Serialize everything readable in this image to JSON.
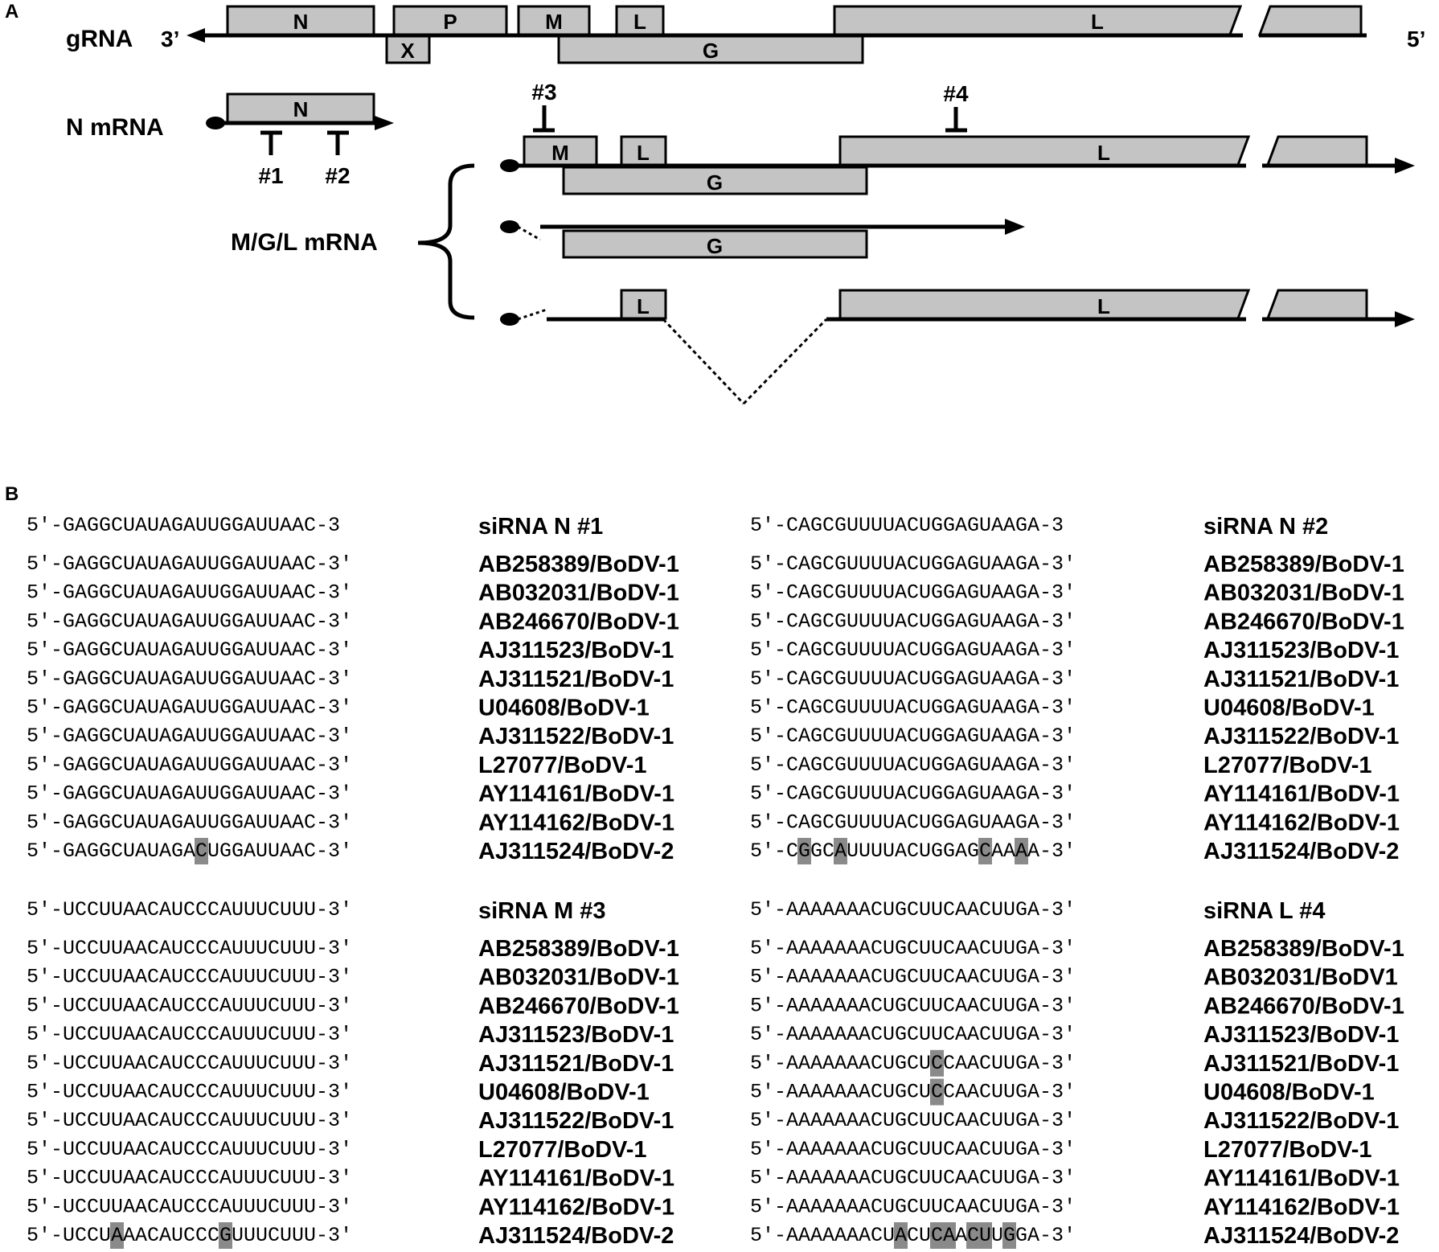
{
  "panel_a": {
    "panel_label": "A",
    "grna_label": "gRNA",
    "end_3": "3’",
    "end_5": "5’",
    "nmrna_label": "N mRNA",
    "mgl_label": "M/G/L mRNA",
    "boxes": {
      "N": "N",
      "P": "P",
      "M": "M",
      "L": "L",
      "X": "X",
      "G": "G"
    },
    "targets": [
      "#1",
      "#2",
      "#3",
      "#4"
    ]
  },
  "panel_b": {
    "panel_label": "B",
    "blocks": [
      {
        "title": "siRNA N #1",
        "target": "5′-GAGGCUAUAGAUUGGAUUAAC-3",
        "rows": [
          {
            "seq": "5′-GAGGCUAUAGAUUGGAUUAAC-3′",
            "acc": "AB258389/BoDV-1",
            "hl": []
          },
          {
            "seq": "5′-GAGGCUAUAGAUUGGAUUAAC-3′",
            "acc": "AB032031/BoDV-1",
            "hl": []
          },
          {
            "seq": "5′-GAGGCUAUAGAUUGGAUUAAC-3′",
            "acc": "AB246670/BoDV-1",
            "hl": []
          },
          {
            "seq": "5′-GAGGCUAUAGAUUGGAUUAAC-3′",
            "acc": "AJ311523/BoDV-1",
            "hl": []
          },
          {
            "seq": "5′-GAGGCUAUAGAUUGGAUUAAC-3′",
            "acc": "AJ311521/BoDV-1",
            "hl": []
          },
          {
            "seq": "5′-GAGGCUAUAGAUUGGAUUAAC-3′",
            "acc": "U04608/BoDV-1",
            "hl": []
          },
          {
            "seq": "5′-GAGGCUAUAGAUUGGAUUAAC-3′",
            "acc": "AJ311522/BoDV-1",
            "hl": []
          },
          {
            "seq": "5′-GAGGCUAUAGAUUGGAUUAAC-3′",
            "acc": "L27077/BoDV-1",
            "hl": []
          },
          {
            "seq": "5′-GAGGCUAUAGAUUGGAUUAAC-3′",
            "acc": "AY114161/BoDV-1",
            "hl": []
          },
          {
            "seq": "5′-GAGGCUAUAGAUUGGAUUAAC-3′",
            "acc": "AY114162/BoDV-1",
            "hl": []
          },
          {
            "seq": "5′-GAGGCUAUAGACUGGAUUAAC-3′",
            "acc": "AJ311524/BoDV-2",
            "hl": [
              14
            ]
          }
        ]
      },
      {
        "title": "siRNA N #2",
        "target": "5′-CAGCGUUUUACUGGAGUAAGA-3",
        "rows": [
          {
            "seq": "5′-CAGCGUUUUACUGGAGUAAGA-3′",
            "acc": "AB258389/BoDV-1",
            "hl": []
          },
          {
            "seq": "5′-CAGCGUUUUACUGGAGUAAGA-3′",
            "acc": "AB032031/BoDV-1",
            "hl": []
          },
          {
            "seq": "5′-CAGCGUUUUACUGGAGUAAGA-3′",
            "acc": "AB246670/BoDV-1",
            "hl": []
          },
          {
            "seq": "5′-CAGCGUUUUACUGGAGUAAGA-3′",
            "acc": "AJ311523/BoDV-1",
            "hl": []
          },
          {
            "seq": "5′-CAGCGUUUUACUGGAGUAAGA-3′",
            "acc": "AJ311521/BoDV-1",
            "hl": []
          },
          {
            "seq": "5′-CAGCGUUUUACUGGAGUAAGA-3′",
            "acc": "U04608/BoDV-1",
            "hl": []
          },
          {
            "seq": "5′-CAGCGUUUUACUGGAGUAAGA-3′",
            "acc": "AJ311522/BoDV-1",
            "hl": []
          },
          {
            "seq": "5′-CAGCGUUUUACUGGAGUAAGA-3′",
            "acc": "L27077/BoDV-1",
            "hl": []
          },
          {
            "seq": "5′-CAGCGUUUUACUGGAGUAAGA-3′",
            "acc": "AY114161/BoDV-1",
            "hl": []
          },
          {
            "seq": "5′-CAGCGUUUUACUGGAGUAAGA-3′",
            "acc": "AY114162/BoDV-1",
            "hl": []
          },
          {
            "seq": "5′-CGGCAUUUUACUGGAGCAAAA-3′",
            "acc": "AJ311524/BoDV-2",
            "hl": [
              4,
              7,
              19,
              22
            ]
          }
        ]
      },
      {
        "title": "siRNA M #3",
        "target": "5′-UCCUUAACAUCCCAUUUCUUU-3′",
        "rows": [
          {
            "seq": "5′-UCCUUAACAUCCCAUUUCUUU-3′",
            "acc": "AB258389/BoDV-1",
            "hl": []
          },
          {
            "seq": "5′-UCCUUAACAUCCCAUUUCUUU-3′",
            "acc": "AB032031/BoDV-1",
            "hl": []
          },
          {
            "seq": "5′-UCCUUAACAUCCCAUUUCUUU-3′",
            "acc": "AB246670/BoDV-1",
            "hl": []
          },
          {
            "seq": "5′-UCCUUAACAUCCCAUUUCUUU-3′",
            "acc": "AJ311523/BoDV-1",
            "hl": []
          },
          {
            "seq": "5′-UCCUUAACAUCCCAUUUCUUU-3′",
            "acc": "AJ311521/BoDV-1",
            "hl": []
          },
          {
            "seq": "5′-UCCUUAACAUCCCAUUUCUUU-3′",
            "acc": "U04608/BoDV-1",
            "hl": []
          },
          {
            "seq": "5′-UCCUUAACAUCCCAUUUCUUU-3′",
            "acc": "AJ311522/BoDV-1",
            "hl": []
          },
          {
            "seq": "5′-UCCUUAACAUCCCAUUUCUUU-3′",
            "acc": "L27077/BoDV-1",
            "hl": []
          },
          {
            "seq": "5′-UCCUUAACAUCCCAUUUCUUU-3′",
            "acc": "AY114161/BoDV-1",
            "hl": []
          },
          {
            "seq": "5′-UCCUUAACAUCCCAUUUCUUU-3′",
            "acc": "AY114162/BoDV-1",
            "hl": []
          },
          {
            "seq": "5′-UCCUAAACAUCCCGUUUCUUU-3′",
            "acc": "AJ311524/BoDV-2",
            "hl": [
              7,
              16
            ]
          }
        ]
      },
      {
        "title": "siRNA L #4",
        "target": "5′-AAAAAAACUGCUUCAACUUGA-3′",
        "rows": [
          {
            "seq": "5′-AAAAAAACUGCUUCAACUUGA-3′",
            "acc": "AB258389/BoDV-1",
            "hl": []
          },
          {
            "seq": "5′-AAAAAAACUGCUUCAACUUGA-3′",
            "acc": "AB032031/BoDV1",
            "hl": []
          },
          {
            "seq": "5′-AAAAAAACUGCUUCAACUUGA-3′",
            "acc": "AB246670/BoDV-1",
            "hl": []
          },
          {
            "seq": "5′-AAAAAAACUGCUUCAACUUGA-3′",
            "acc": "AJ311523/BoDV-1",
            "hl": []
          },
          {
            "seq": "5′-AAAAAAACUGCUCCAACUUGA-3′",
            "acc": "AJ311521/BoDV-1",
            "hl": [
              15
            ]
          },
          {
            "seq": "5′-AAAAAAACUGCUCCAACUUGA-3′",
            "acc": "U04608/BoDV-1",
            "hl": [
              15
            ]
          },
          {
            "seq": "5′-AAAAAAACUGCUUCAACUUGA-3′",
            "acc": "AJ311522/BoDV-1",
            "hl": []
          },
          {
            "seq": "5′-AAAAAAACUGCUUCAACUUGA-3′",
            "acc": "L27077/BoDV-1",
            "hl": []
          },
          {
            "seq": "5′-AAAAAAACUGCUUCAACUUGA-3′",
            "acc": "AY114161/BoDV-1",
            "hl": []
          },
          {
            "seq": "5′-AAAAAAACUGCUUCAACUUGA-3′",
            "acc": "AY114162/BoDV-1",
            "hl": []
          },
          {
            "seq": "5′-AAAAAAACUACUCAACUUGGA-3′",
            "acc": "AJ311524/BoDV-2",
            "hl": [
              12,
              15,
              16,
              18,
              19,
              21
            ]
          }
        ]
      }
    ]
  }
}
